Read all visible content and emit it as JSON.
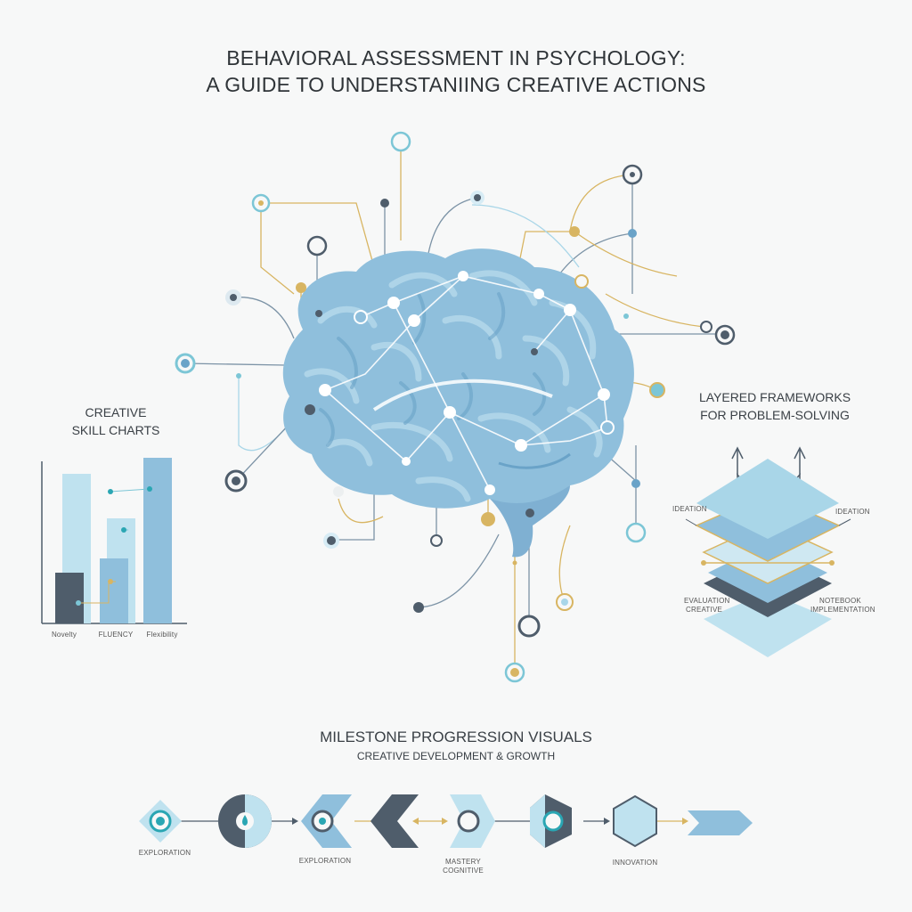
{
  "header": {
    "title_line1": "BEHAVIORAL ASSESSMENT IN PSYCHOLOGY:",
    "title_line2": "A GUIDE TO UNDERSTANIING CREATIVE ACTIONS"
  },
  "skill_charts": {
    "title_line1": "CREATIVE",
    "title_line2": "SKILL CHARTS",
    "x_labels": [
      "Novelty",
      "FLUENCY",
      "Flexibility"
    ]
  },
  "frameworks": {
    "title_line1": "LAYERED FRAMEWORKS",
    "title_line2": "FOR PROBLEM-SOLVING",
    "label_left_top": "IDEATION",
    "label_right_top": "IDEATION",
    "label_left_bottom_1": "EVALUATION",
    "label_left_bottom_2": "CREATIVE",
    "label_right_bottom_1": "NOTEBOOK",
    "label_right_bottom_2": "IMPLEMENTATION"
  },
  "milestones": {
    "title": "MILESTONE PROGRESSION VISUALS",
    "subtitle": "CREATIVE DEVELOPMENT & GROWTH",
    "labels": {
      "exploration_1": "EXPLORATION",
      "exploration_2": "EXPLORATION",
      "mastery_1": "MASTERY",
      "mastery_2": "COGNITIVE",
      "innovation": "INNOVATION"
    }
  },
  "colors": {
    "brain": "#8fbfdc",
    "brain_dark": "#6aa3c8",
    "light_blue": "#a9d6e8",
    "slate": "#4f5d6b",
    "gold": "#d8b562",
    "teal": "#2aa6b3"
  }
}
